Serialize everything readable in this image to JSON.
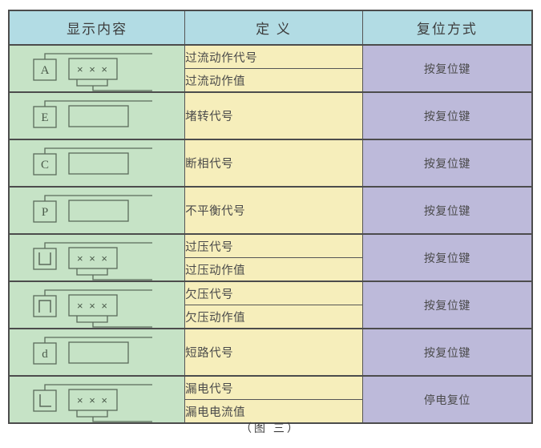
{
  "figure": {
    "caption": "（图 三）",
    "colors": {
      "header_bg": "#b2dce4",
      "display_bg": "#c6e3c6",
      "definition_bg": "#f6eebb",
      "reset_bg": "#bdbada",
      "border": "#4c4c4c",
      "text": "#4a4a4a"
    }
  },
  "table": {
    "headers": [
      {
        "label": "显示内容",
        "name": "display-content"
      },
      {
        "label": "定 义",
        "name": "definition"
      },
      {
        "label": "复位方式",
        "name": "reset-method"
      }
    ],
    "rows": [
      {
        "code": "A",
        "symbol_kind": "letter",
        "has_value_box": true,
        "value_text": "× × ×",
        "definitions": [
          "过流动作代号",
          "过流动作值"
        ],
        "reset": "按复位键"
      },
      {
        "code": "E",
        "symbol_kind": "letter",
        "has_value_box": false,
        "value_text": "",
        "definitions": [
          "堵转代号"
        ],
        "reset": "按复位键"
      },
      {
        "code": "C",
        "symbol_kind": "letter",
        "has_value_box": false,
        "value_text": "",
        "definitions": [
          "断相代号"
        ],
        "reset": "按复位键"
      },
      {
        "code": "P",
        "symbol_kind": "letter",
        "has_value_box": false,
        "value_text": "",
        "definitions": [
          "不平衡代号"
        ],
        "reset": "按复位键"
      },
      {
        "code": "U",
        "symbol_kind": "u-shape",
        "has_value_box": true,
        "value_text": "× × ×",
        "definitions": [
          "过压代号",
          "过压动作值"
        ],
        "reset": "按复位键"
      },
      {
        "code": "∩",
        "symbol_kind": "n-shape",
        "has_value_box": true,
        "value_text": "× × ×",
        "definitions": [
          "欠压代号",
          "欠压动作值"
        ],
        "reset": "按复位键"
      },
      {
        "code": "d",
        "symbol_kind": "letter",
        "has_value_box": false,
        "value_text": "",
        "definitions": [
          "短路代号"
        ],
        "reset": "按复位键"
      },
      {
        "code": "L",
        "symbol_kind": "l-shape",
        "has_value_box": true,
        "value_text": "× × ×",
        "definitions": [
          "漏电代号",
          "漏电电流值"
        ],
        "reset": "停电复位"
      }
    ]
  }
}
